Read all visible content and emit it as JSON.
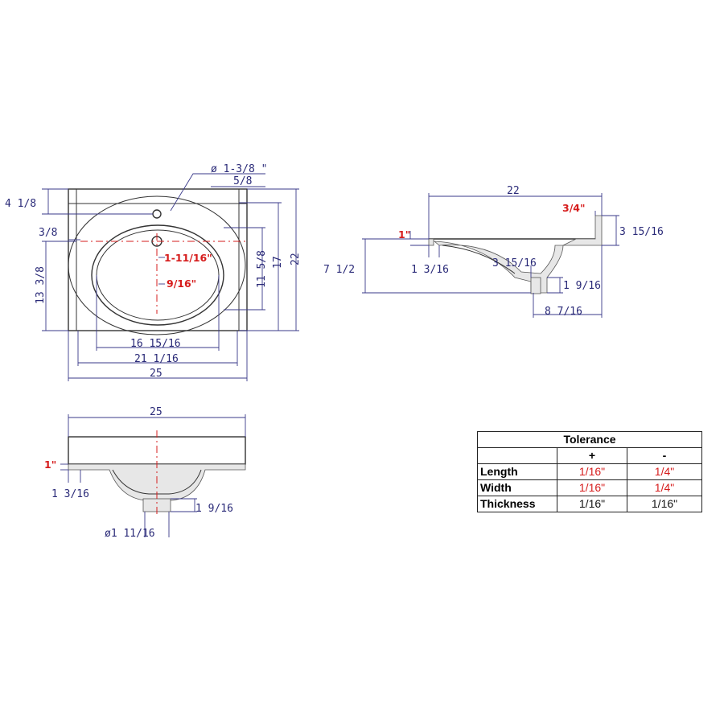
{
  "top_view": {
    "hole_dia": "ø 1-3/8 \"",
    "back_offset": "5/8",
    "left_top": "4 1/8",
    "left_edge": "3/8",
    "left_depth": "13 3/8",
    "bowl_offset_1": "1-11/16\"",
    "bowl_offset_2": "9/16\"",
    "bowl_depth": "11 5/8",
    "depth_17": "17",
    "depth_22": "22",
    "bowl_width": "16 15/16",
    "inner_width": "21 1/16",
    "overall_width": "25"
  },
  "side_view": {
    "length": "22",
    "back_lip": "3/4\"",
    "back_height": "3 15/16",
    "front_lip": "1\"",
    "overall_height": "7 1/2",
    "front_rim": "1 3/16",
    "bowl_radius": "3 15/16",
    "drain_height": "1 9/16",
    "drain_offset": "8 7/16"
  },
  "front_view": {
    "width": "25",
    "rim": "1\"",
    "rim_depth": "1 3/16",
    "drain_height": "1 9/16",
    "drain_dia": "ø1 11/16"
  },
  "tolerance": {
    "title": "Tolerance",
    "plus": "+",
    "minus": "-",
    "rows": [
      {
        "label": "Length",
        "plus": "1/16\"",
        "minus": "1/4\""
      },
      {
        "label": "Width",
        "plus": "1/16\"",
        "minus": "1/4\""
      },
      {
        "label": "Thickness",
        "plus": "1/16\"",
        "minus": "1/16\""
      }
    ]
  },
  "colors": {
    "dimension": "#2a2a78",
    "highlight": "#d61c1c",
    "outline": "#333333"
  }
}
